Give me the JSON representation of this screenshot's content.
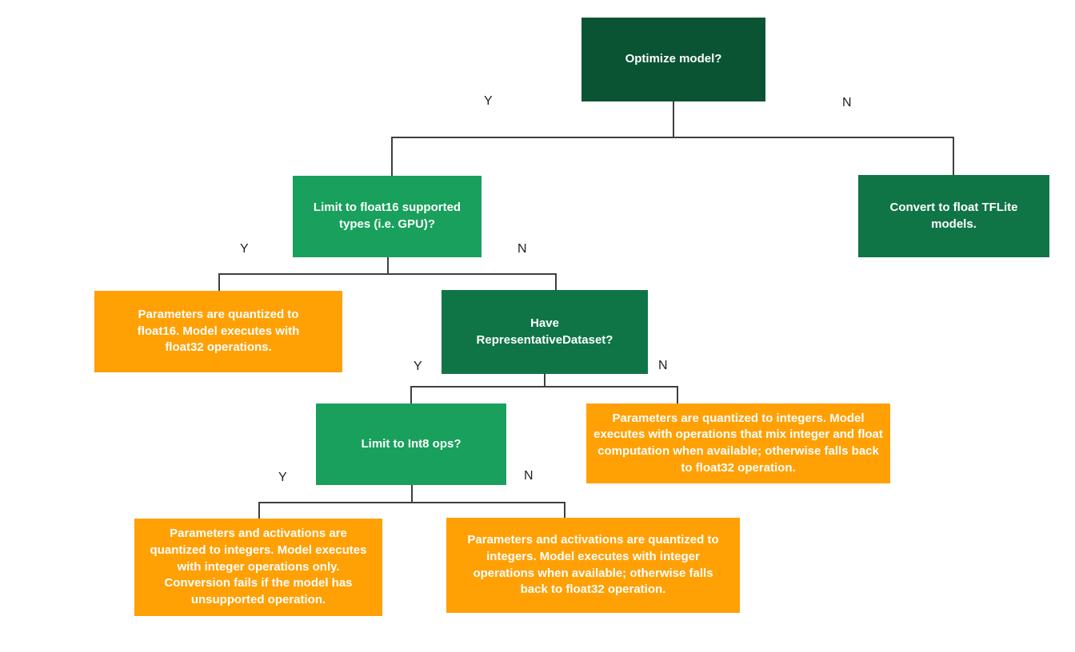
{
  "colors": {
    "background": "#FFFFFF",
    "dark_green": "#0B5433",
    "green": "#0F7546",
    "bright_green": "#18A05C",
    "orange": "#FFA005",
    "connector": "#3C4043",
    "box_text": "#FFFFFF",
    "label_text": "#202124"
  },
  "branch_labels": {
    "yes": "Y",
    "no": "N"
  },
  "nodes": {
    "optimize": {
      "text": "Optimize model?",
      "type": "decision"
    },
    "limit_float16": {
      "text": "Limit to float16 supported types (i.e. GPU)?",
      "type": "decision"
    },
    "convert_float": {
      "text": "Convert to float TFLite models.",
      "type": "action"
    },
    "float16_result": {
      "text": "Parameters are quantized to float16. Model executes with float32 operations.",
      "type": "outcome"
    },
    "have_repdataset": {
      "text": "Have RepresentativeDataset?",
      "type": "decision"
    },
    "mixed_result": {
      "text": "Parameters are quantized to integers. Model executes with operations that mix integer and float computation when available; otherwise falls back to float32 operation.",
      "type": "outcome"
    },
    "limit_int8": {
      "text": "Limit to Int8 ops?",
      "type": "decision"
    },
    "int8_only_result": {
      "text": "Parameters and activations are quantized to integers. Model executes with integer operations only. Conversion fails if the model has unsupported operation.",
      "type": "outcome"
    },
    "int8_fallback_result": {
      "text": "Parameters and activations are quantized to integers. Model executes with integer operations when available; otherwise falls back to float32 operation.",
      "type": "outcome"
    }
  }
}
